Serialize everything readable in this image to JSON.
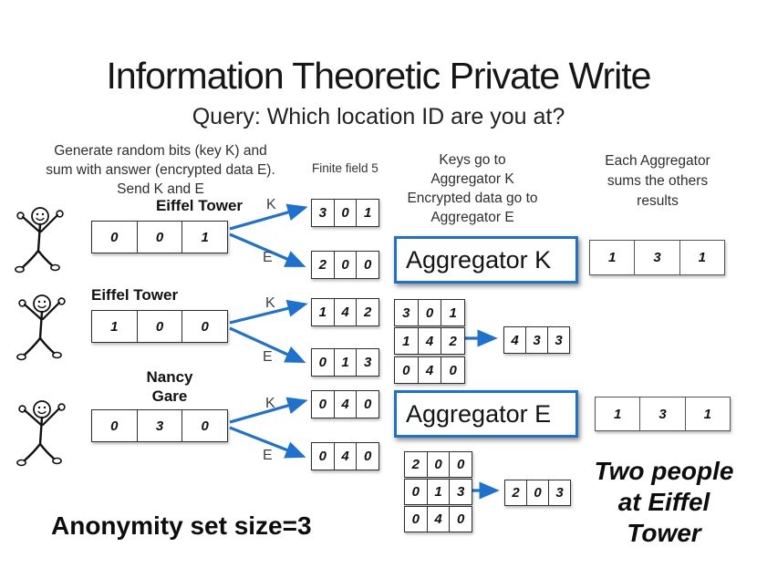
{
  "title": "Information Theoretic Private Write",
  "subtitle": "Query: Which location ID are you at?",
  "annotations": {
    "generate": [
      "Generate random bits (key K) and",
      "sum with answer (encrypted data E).",
      "Send K and E"
    ],
    "finite_field": "Finite field 5",
    "keys_routing": [
      "Keys go to",
      "Aggregator K",
      "Encrypted data go to",
      "Aggregator E"
    ],
    "aggregator_role": [
      "Each Aggregator",
      "sums the others",
      "results"
    ],
    "anonymity": "Anonymity set size=3",
    "conclusion": [
      "Two people",
      "at Eiffel",
      "Tower"
    ],
    "key_label": "K",
    "encrypted_label": "E"
  },
  "people": [
    {
      "location": [
        "Eiffel Tower"
      ],
      "answer": [
        "0",
        "0",
        "1"
      ],
      "key": [
        "3",
        "0",
        "1"
      ],
      "encrypted": [
        "2",
        "0",
        "0"
      ]
    },
    {
      "location": [
        "Eiffel Tower"
      ],
      "answer": [
        "1",
        "0",
        "0"
      ],
      "key": [
        "1",
        "4",
        "2"
      ],
      "encrypted": [
        "0",
        "1",
        "3"
      ]
    },
    {
      "location": [
        "Nancy",
        "Gare"
      ],
      "answer": [
        "0",
        "3",
        "0"
      ],
      "key": [
        "0",
        "4",
        "0"
      ],
      "encrypted": [
        "0",
        "4",
        "0"
      ]
    }
  ],
  "aggregator_k": {
    "label": "Aggregator K",
    "received": [
      [
        "3",
        "0",
        "1"
      ],
      [
        "1",
        "4",
        "2"
      ],
      [
        "0",
        "4",
        "0"
      ]
    ],
    "sum": [
      "4",
      "3",
      "3"
    ],
    "result": [
      "1",
      "3",
      "1"
    ]
  },
  "aggregator_e": {
    "label": "Aggregator E",
    "received": [
      [
        "2",
        "0",
        "0"
      ],
      [
        "0",
        "1",
        "3"
      ],
      [
        "0",
        "4",
        "0"
      ]
    ],
    "sum": [
      "2",
      "0",
      "3"
    ],
    "result": [
      "1",
      "3",
      "1"
    ]
  },
  "colors": {
    "accent_blue": "#1e72cf",
    "table_border": "#2e2e2e"
  }
}
